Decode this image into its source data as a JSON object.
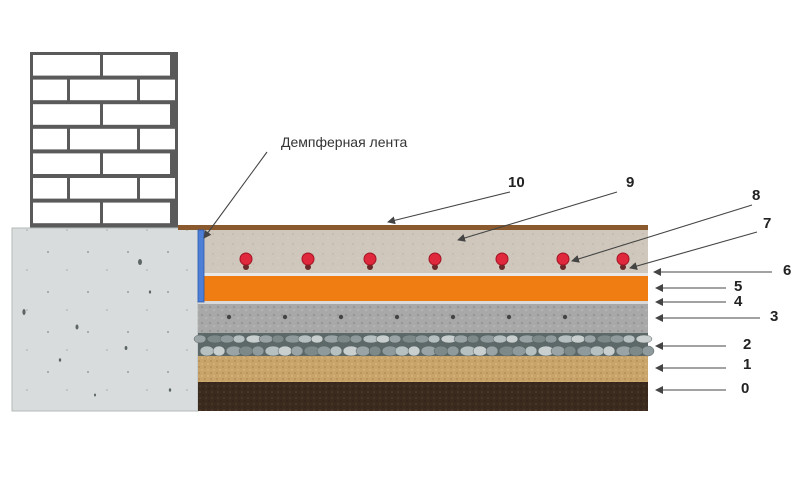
{
  "annotation": {
    "damper_tape_label": "Демпферная лента"
  },
  "layer_numbers": [
    "10",
    "9",
    "8",
    "7",
    "6",
    "5",
    "4",
    "3",
    "2",
    "1",
    "0"
  ],
  "colors": {
    "brick_mortar": "#5a5a5a",
    "brick": "#ffffff",
    "concrete": "#d8dcdc",
    "soil": "#3b2a1e",
    "sand": "#c8a46a",
    "gravel": "#7f8a8a",
    "sand_gravel": "#a8a8a8",
    "insulation": "#f07d12",
    "screed": "#cfc7bb",
    "finish": "#8a5a2e",
    "damper_tape": "#4d7fd6",
    "heating_pipe": "#e0283c",
    "arrow": "#444444"
  }
}
